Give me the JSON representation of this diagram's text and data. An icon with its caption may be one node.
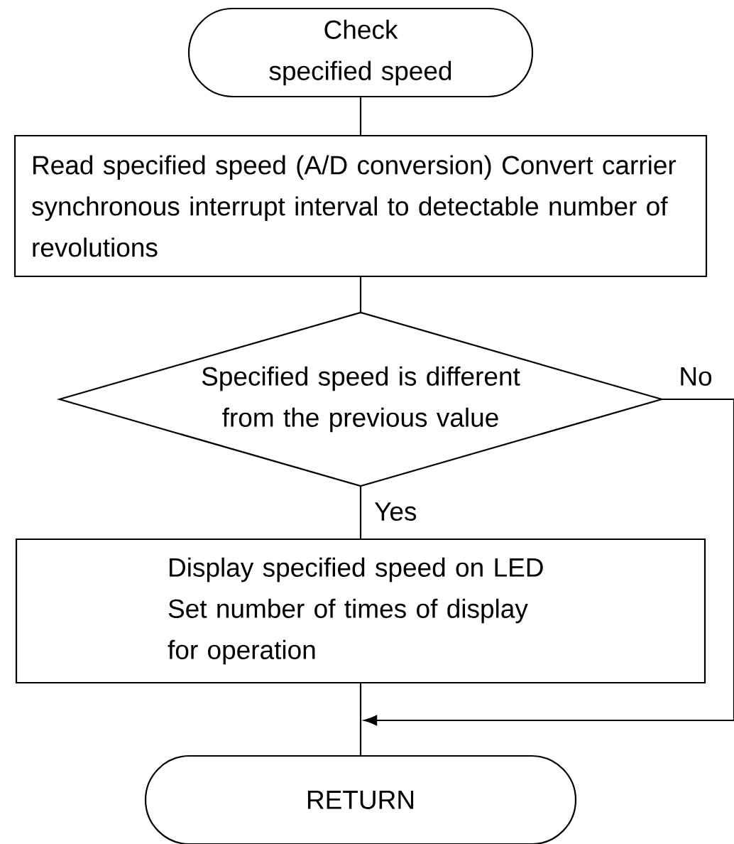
{
  "diagram": {
    "nodes": [
      {
        "text": [
          "Check specified speed"
        ]
      },
      {
        "text": [
          "Read specified speed (A/D conversion) Convert carrier synchronous interrupt interval to detectable number of revolutions"
        ]
      },
      {
        "text": [
          "Specified speed is different from the previous value"
        ]
      },
      {
        "text": [
          "Display specified speed on LED Set number of times of display for operation"
        ]
      },
      {
        "text": [
          "RETURN"
        ]
      }
    ],
    "edges": [
      {
        "from": 0,
        "to": 1,
        "arrow": "none"
      },
      {
        "from": 1,
        "to": 2,
        "arrow": "none"
      },
      {
        "from": 2,
        "to": 3,
        "arrow": "none",
        "label": "Yes"
      },
      {
        "from": 3,
        "to": 4,
        "arrow": "none"
      },
      {
        "from": 2,
        "to": null,
        "arrow": "to",
        "label": "No"
      }
    ]
  }
}
